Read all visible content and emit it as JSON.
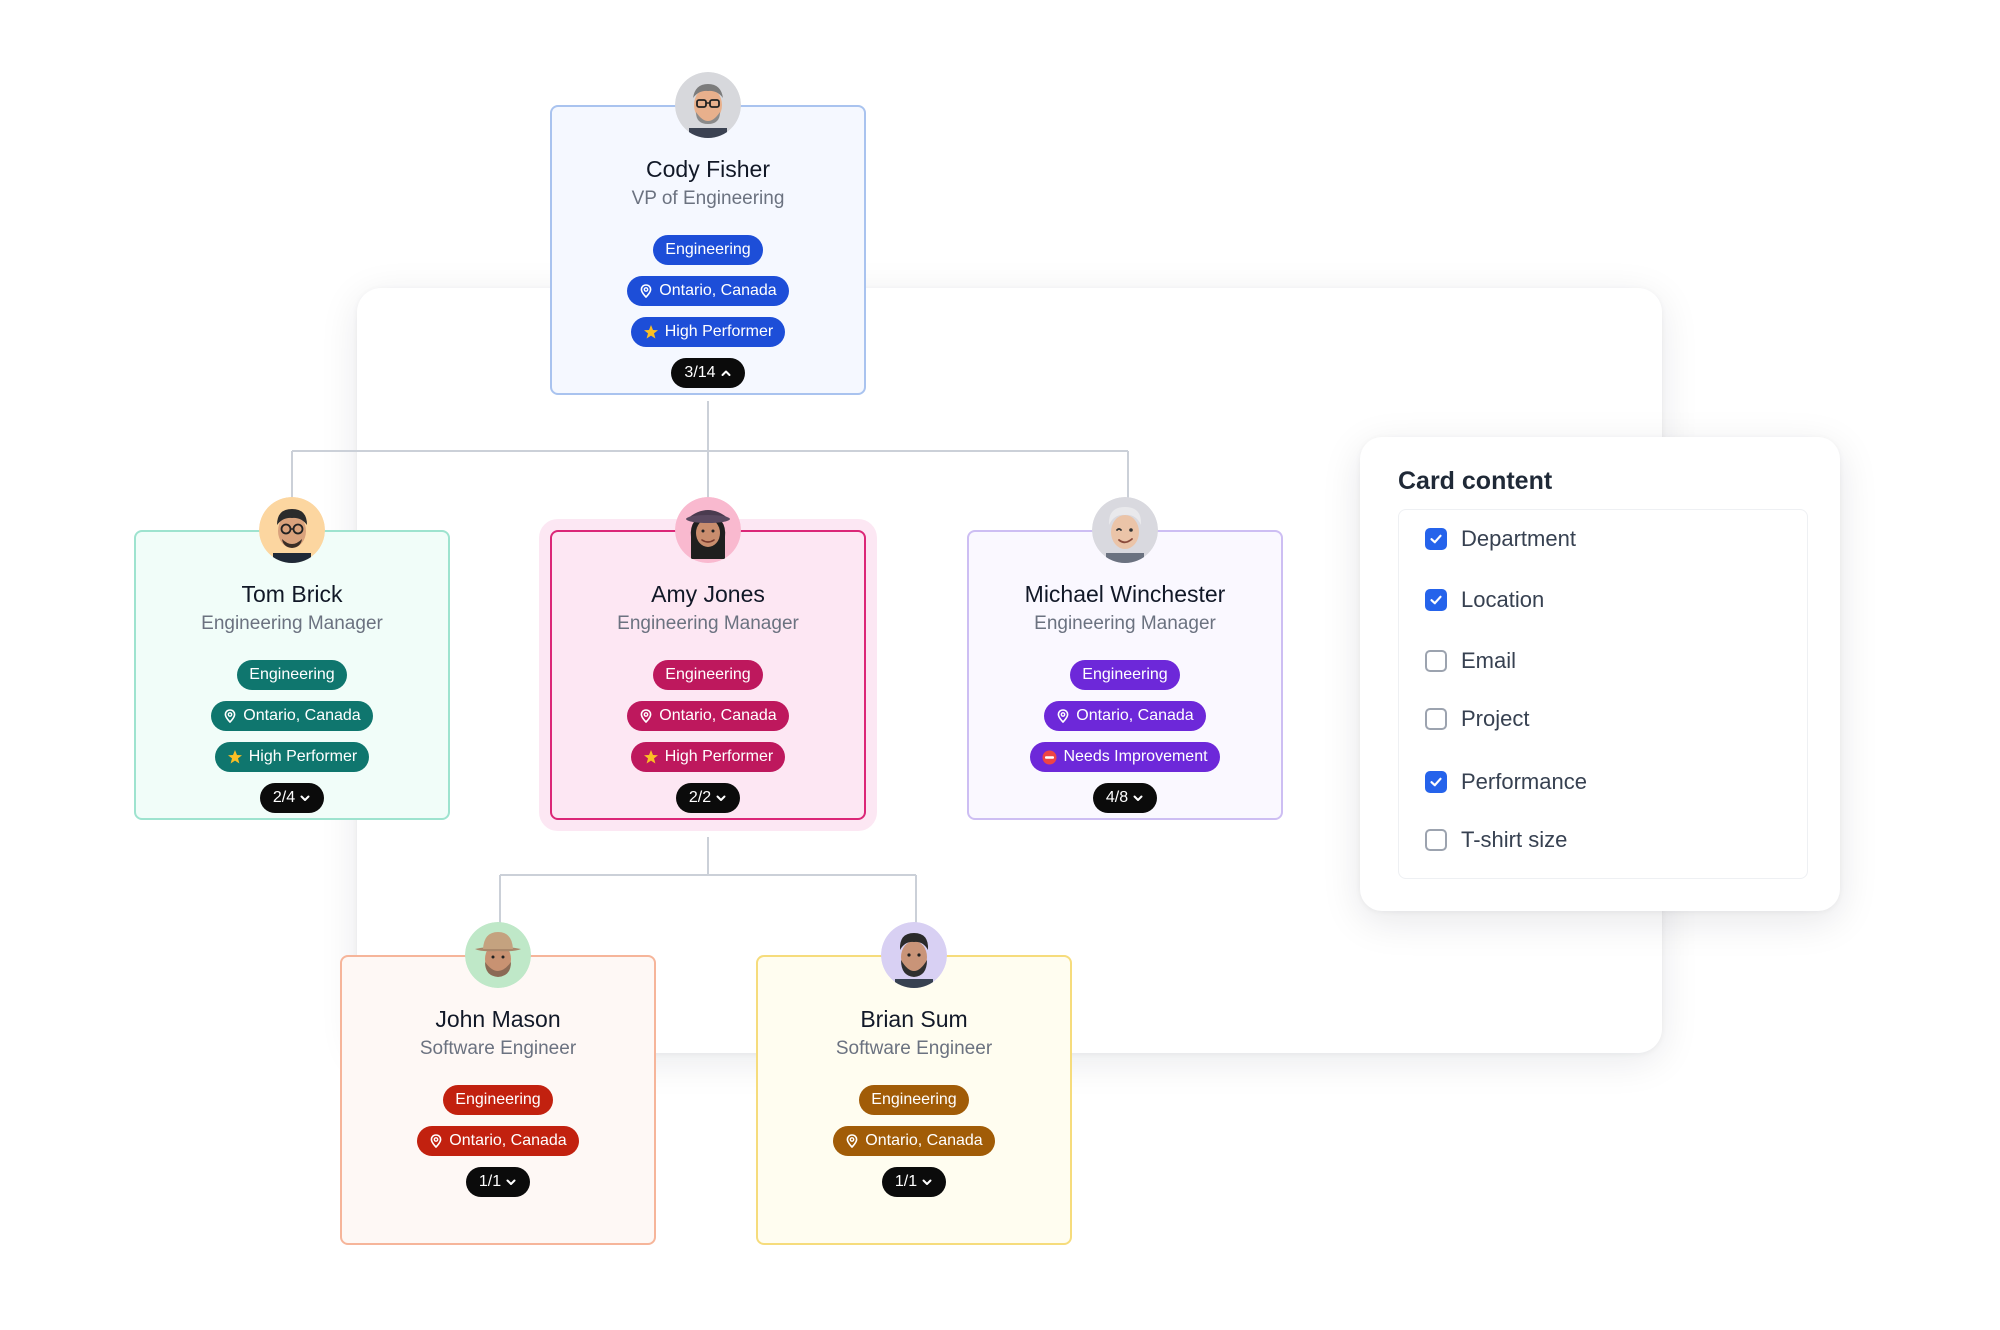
{
  "org_chart": {
    "root": {
      "name": "Cody Fisher",
      "title": "VP of Engineering",
      "department": "Engineering",
      "location": "Ontario, Canada",
      "performance": "High Performer",
      "count": "3/14",
      "accent": "#1d4ed8"
    },
    "managers": [
      {
        "name": "Tom Brick",
        "title": "Engineering Manager",
        "department": "Engineering",
        "location": "Ontario, Canada",
        "performance": "High Performer",
        "count": "2/4",
        "accent": "#0f766e"
      },
      {
        "name": "Amy Jones",
        "title": "Engineering Manager",
        "department": "Engineering",
        "location": "Ontario, Canada",
        "performance": "High Performer",
        "count": "2/2",
        "accent": "#be185d"
      },
      {
        "name": "Michael Winchester",
        "title": "Engineering Manager",
        "department": "Engineering",
        "location": "Ontario, Canada",
        "performance": "Needs Improvement",
        "count": "4/8",
        "accent": "#6d28d9"
      }
    ],
    "reports": [
      {
        "name": "John Mason",
        "title": "Software Engineer",
        "department": "Engineering",
        "location": "Ontario, Canada",
        "count": "1/1",
        "accent": "#c2210f"
      },
      {
        "name": "Brian Sum",
        "title": "Software Engineer",
        "department": "Engineering",
        "location": "Ontario, Canada",
        "count": "1/1",
        "accent": "#a15c07"
      }
    ]
  },
  "card_content_panel": {
    "title": "Card content",
    "options": [
      {
        "label": "Department",
        "checked": true
      },
      {
        "label": "Location",
        "checked": true
      },
      {
        "label": "Email",
        "checked": false
      },
      {
        "label": "Project",
        "checked": false
      },
      {
        "label": "Performance",
        "checked": true
      },
      {
        "label": "T-shirt size",
        "checked": false
      }
    ],
    "check_color": "#2563eb"
  },
  "icons": {
    "location": "map-pin-icon",
    "performance_high": "star-icon",
    "performance_low": "no-entry-icon",
    "expand": "chevron-icon",
    "checkbox": "checkmark-icon"
  }
}
